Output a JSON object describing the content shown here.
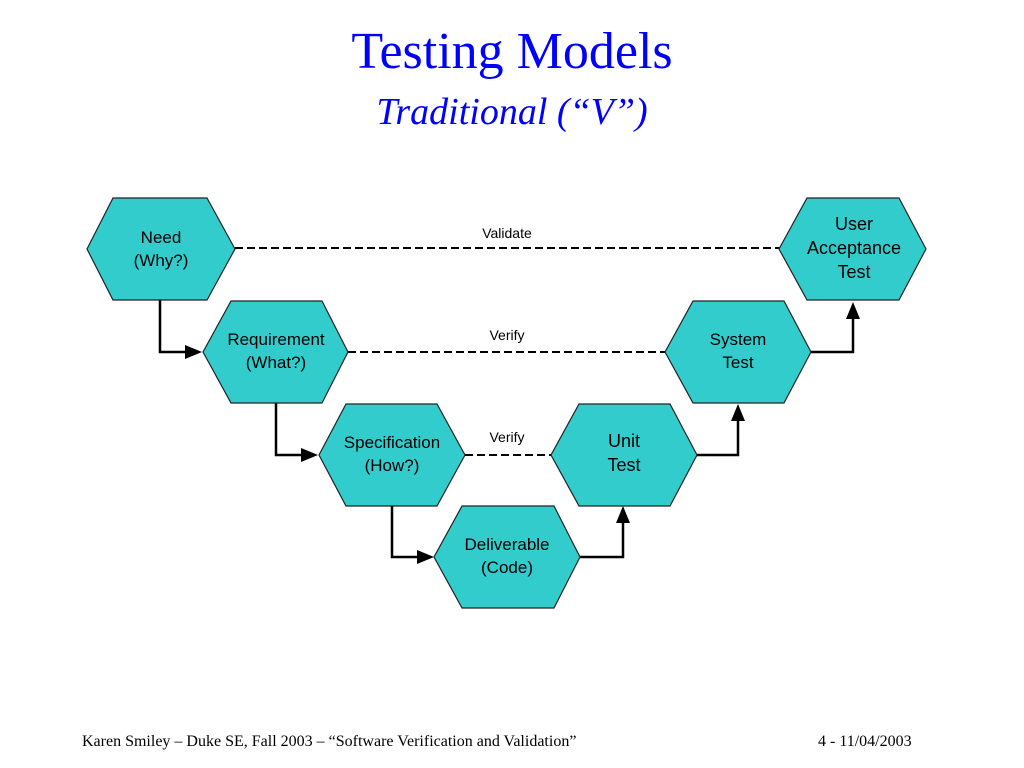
{
  "slide": {
    "title": "Testing Models",
    "subtitle": "Traditional (“V”)"
  },
  "nodes": {
    "need": [
      "Need",
      "(Why?)"
    ],
    "requirement": [
      "Requirement",
      "(What?)"
    ],
    "specification": [
      "Specification",
      "(How?)"
    ],
    "deliverable": [
      "Deliverable",
      "(Code)"
    ],
    "unit_test": [
      "Unit",
      "Test"
    ],
    "system_test": [
      "System",
      "Test"
    ],
    "user_acceptance_test": [
      "User",
      "Acceptance",
      "Test"
    ]
  },
  "links": {
    "validate": "Validate",
    "verify_requirement": "Verify",
    "verify_specification": "Verify"
  },
  "colors": {
    "title": "#0000ff",
    "node_fill": "#33cccc"
  },
  "footer": {
    "left": "Karen Smiley – Duke SE, Fall 2003 – “Software Verification and Validation”",
    "right": "4 - 11/04/2003"
  }
}
